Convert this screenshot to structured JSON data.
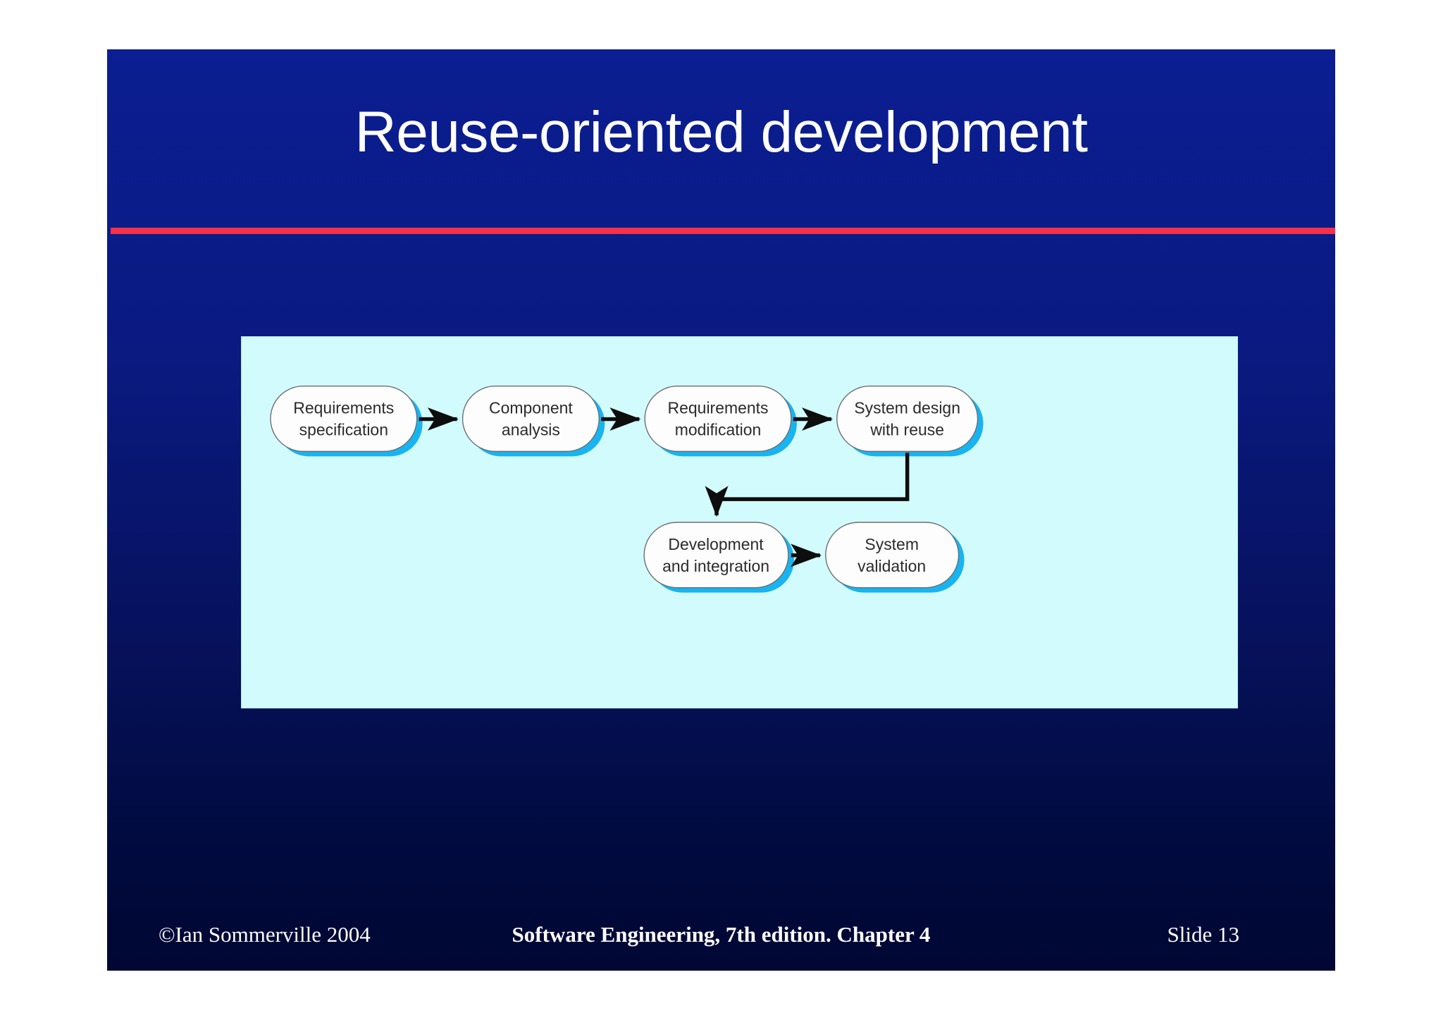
{
  "slide": {
    "title": "Reuse-oriented development",
    "accent_rule_color": "#f8304a",
    "background_top_color": "#0b1e92",
    "background_bottom_color": "#000733",
    "panel_background_color": "#d2fbfd"
  },
  "diagram": {
    "type": "flowchart",
    "nodes": [
      {
        "id": "requirements-specification",
        "line1": "Requirements",
        "line2": "specification"
      },
      {
        "id": "component-analysis",
        "line1": "Component",
        "line2": "analysis"
      },
      {
        "id": "requirements-modification",
        "line1": "Requirements",
        "line2": "modification"
      },
      {
        "id": "system-design-with-reuse",
        "line1": "System design",
        "line2": "with reuse"
      },
      {
        "id": "development-and-integration",
        "line1": "Development",
        "line2": "and integration"
      },
      {
        "id": "system-validation",
        "line1": "System",
        "line2": "validation"
      }
    ],
    "edges": [
      {
        "from": "requirements-specification",
        "to": "component-analysis"
      },
      {
        "from": "component-analysis",
        "to": "requirements-modification"
      },
      {
        "from": "requirements-modification",
        "to": "system-design-with-reuse"
      },
      {
        "from": "system-design-with-reuse",
        "to": "development-and-integration"
      },
      {
        "from": "development-and-integration",
        "to": "system-validation"
      }
    ]
  },
  "footer": {
    "copyright": "©Ian Sommerville 2004",
    "center": "Software Engineering, 7th edition. Chapter 4",
    "slide_number": "Slide  13"
  }
}
